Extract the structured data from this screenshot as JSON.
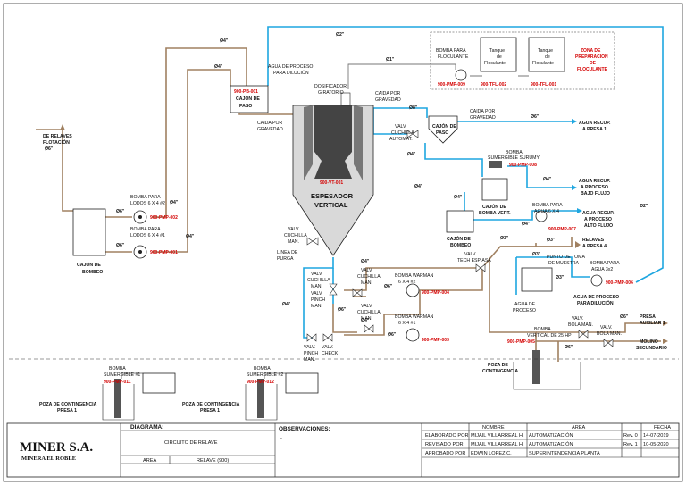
{
  "diagram": {
    "lines": {
      "d4_top_left": "Ø4\"",
      "d2_top": "Ø2\"",
      "d4_left_mid": "Ø4\"",
      "d1_top": "Ø1\"",
      "d8": "Ø8\"",
      "d6_recup1": "Ø6\"",
      "d4_cuchilla": "Ø4\"",
      "d4_center": "Ø4\"",
      "d4_bajo": "Ø4\"",
      "d4_vert": "Ø4\"",
      "d4_alto": "Ø4\"",
      "d3_a": "Ø3\"",
      "d3_b": "Ø3\"",
      "d3_c": "Ø3\"",
      "d3_d": "Ø3\"",
      "d2_right": "Ø2\"",
      "d6_2": "Ø6\"",
      "d4_3": "Ø4\"",
      "d6_3": "Ø6\"",
      "d4_4": "Ø4\"",
      "d6_4": "Ø6\"",
      "d4_5": "Ø4\"",
      "d4_6": "Ø4\"",
      "d4_7": "Ø4\"",
      "d6_5": "Ø6\"",
      "d6_6": "Ø6\"",
      "d6_7": "Ø6\"",
      "d6_8": "Ø6\""
    },
    "relaves_flotacion": [
      "DE RELAVES",
      "FLOTACIÓN",
      "Ø6\""
    ],
    "cajon_bombeo_left": [
      "CAJÓN DE",
      "BOMBEO"
    ],
    "bomba_lodos_2": [
      "BOMBA PARA",
      "LODOS 6 X 4 #2"
    ],
    "pmp002": "900-PMP-002",
    "bomba_lodos_1": [
      "BOMBA PARA",
      "LODOS 6 X 4 #1"
    ],
    "pmp001": "900-PMP-001",
    "cajon_paso_1": {
      "tag": "900-PB-001",
      "label": [
        "CAJÓN DE",
        "PASO"
      ]
    },
    "caida_gravedad_1": [
      "CAIDA POR",
      "GRAVEDAD"
    ],
    "agua_dilucion_top": [
      "AGUA DE PROCESO",
      "PARA DILUCIÓN"
    ],
    "dosificador": [
      "DOSIFICADOR",
      "GIRATORIO"
    ],
    "caida_gravedad_2": [
      "CAIDA POR",
      "GRAVEDAD"
    ],
    "caida_gravedad_3": [
      "CAIDA POR",
      "GRAVEDAD"
    ],
    "thickener": {
      "tag": "900-VT-001",
      "label": [
        "ESPESADOR",
        "VERTICAL"
      ]
    },
    "valv_cuchilla_purga": [
      "VALV.",
      "CUCHILLA",
      "MAN."
    ],
    "linea_purga": [
      "LINEA DE",
      "PURGA"
    ],
    "floc_zone": {
      "bomba": [
        "BOMBA PARA",
        "FLOCULANTE"
      ],
      "pmp009": "900-PMP-009",
      "tank1": [
        "Tanque",
        "de",
        "Floculante"
      ],
      "tfl002": "900-TFL-002",
      "tank2": [
        "Tanque",
        "de",
        "Floculante"
      ],
      "tfl001": "900-TFL-001",
      "zone": [
        "ZONA DE",
        "PREPARACIÓN",
        "DE",
        "FLOCULANTE"
      ]
    },
    "valv_cuchilla_autom": [
      "VALV.",
      "CUCHILLA",
      "AUTOMAT."
    ],
    "cajon_paso_2": [
      "CAJÓN DE",
      "PASO"
    ],
    "agua_recup_presa1": [
      "AGUA RECUP.",
      "A PRESA 1"
    ],
    "bomba_sumergible_surumy": [
      "BOMBA",
      "SUMERGIBLE SURUMY"
    ],
    "pmp008": "900-PMP-008",
    "cajon_bomba_vert": [
      "CAJÓN DE",
      "BOMBA VERT."
    ],
    "agua_recup_bajo": [
      "AGUA RECUP.",
      "A PROCESO",
      "BAJO FLUJO"
    ],
    "cajon_bombeo_2": [
      "CAJÓN DE",
      "BOMBEO"
    ],
    "bomba_agua_6x4": [
      "BOMBA PARA",
      "AGUA 6 X 4"
    ],
    "pmp007": "900-PMP-007",
    "agua_recup_alto": [
      "AGUA RECUP.",
      "A PROCESO",
      "ALTO FLUJO"
    ],
    "relaves_presa4": [
      "RELAVES",
      "A PRESA 4"
    ],
    "punto_toma": [
      "PUNTO DE TOMA",
      "DE MUESTRA"
    ],
    "bomba_agua_3x2": [
      "BOMBA PARA",
      "AGUA 3x2"
    ],
    "pmp006": "900-PMP-006",
    "agua_proceso": [
      "AGUA DE",
      "PROCESO"
    ],
    "agua_dilucion_right": [
      "AGUA DE PROCESO",
      "PARA DILUCIÓN"
    ],
    "valv_tech_espiasa": [
      "VALV.",
      "TECH ESPIASA"
    ],
    "valv_cuchilla_a": [
      "VALV.",
      "CUCHILLA",
      "MAN."
    ],
    "valv_cuchilla_b": [
      "VALV.",
      "CUCHILLA",
      "MAN."
    ],
    "valv_pinch": [
      "VALV.",
      "PINCH",
      "MAN."
    ],
    "valv_cuchilla_c": [
      "VALV.",
      "CUCHILLA",
      "MAN."
    ],
    "valv_pinch_2": [
      "VALV.",
      "PINCH",
      "MAN."
    ],
    "valv_check": [
      "VALV.",
      "CHECK"
    ],
    "bomba_warman_2": [
      "BOMBA WARMAN",
      "6 X 4 #2"
    ],
    "pmp004": "900-PMP-004",
    "bomba_warman_1": [
      "BOMBA WARMAN",
      "6 X 4 #1"
    ],
    "pmp003": "900-PMP-003",
    "bomba_vertical_25hp": [
      "BOMBA",
      "VERTICAL DE 25 HP"
    ],
    "pmp005": "900-PMP-005",
    "valv_bola_1": [
      "VALV.",
      "BOLA MAN."
    ],
    "valv_bola_2": [
      "VALV.",
      "BOLA MAN."
    ],
    "presa_auxiliar": [
      "PRESA",
      "AUXILIAR 1"
    ],
    "molino_secundario": [
      "MOLINO",
      "SECUNDARIO"
    ],
    "poza_contingencia_right": [
      "POZA DE",
      "CONTINGENCIA"
    ],
    "bomba_sumergible_1": [
      "BOMBA",
      "SUMERGIBLE #1"
    ],
    "pmp011": "900-PMP-011",
    "poza_presa1_a": [
      "POZA DE CONTINGENCIA",
      "PRESA 1"
    ],
    "bomba_sumergible_2": [
      "BOMBA",
      "SUMERGIBLE #2"
    ],
    "pmp012": "900-PMP-012",
    "poza_presa1_b": [
      "POZA DE CONTINGENCIA",
      "PRESA 1"
    ]
  },
  "title_block": {
    "logo_main": "MINER S.A.",
    "logo_sub": "MINERA EL ROBLE",
    "diagrama_label": "DIAGRAMA:",
    "diagrama_value": "CIRCUITO DE RELAVE",
    "area_label": "AREA",
    "area_value": "RELAVE (900)",
    "observaciones_label": "OBSERVACIONES:",
    "observaciones": [
      "-",
      "-",
      "-"
    ],
    "col_nombre": "NOMBRE",
    "col_area": "AREA",
    "col_fecha": "FECHA",
    "rows": [
      {
        "role": "ELABORADO POR",
        "name": "MIJAIL VILLARREAL H.",
        "area": "AUTOMATIZACIÓN",
        "rev": "Rev. 0",
        "date": "14-07-2019"
      },
      {
        "role": "REVISADO POR",
        "name": "MIJAIL VILLARREAL H.",
        "area": "AUTOMATIZACIÓN",
        "rev": "Rev. 1",
        "date": "10-05-2020"
      },
      {
        "role": "APROBADO POR",
        "name": "EDWIN LOPEZ C.",
        "area": "SUPERINTENDENCIA PLANTA",
        "rev": "",
        "date": ""
      }
    ]
  }
}
